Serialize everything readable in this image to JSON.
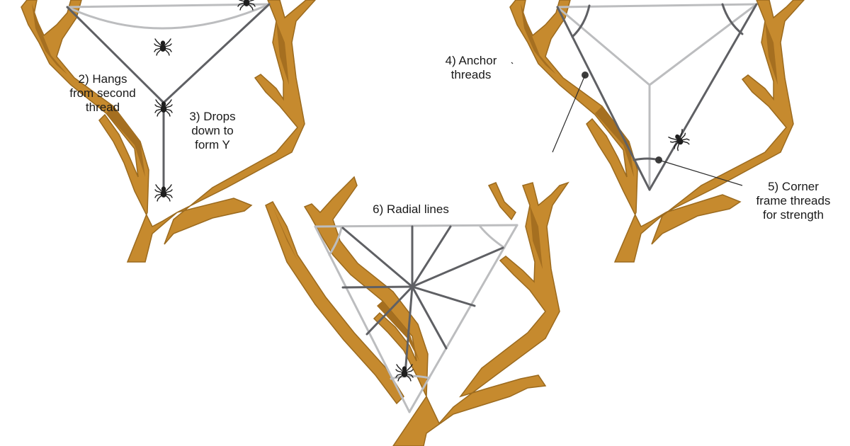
{
  "labels": {
    "step2": [
      "2) Hangs",
      "from second",
      "thread"
    ],
    "step3": [
      "3) Drops",
      "down to",
      "form Y"
    ],
    "step4": [
      "4) Anchor",
      "threads"
    ],
    "step5": [
      "5) Corner",
      "frame threads",
      "for strength"
    ],
    "step6": [
      "6) Radial lines"
    ]
  },
  "colors": {
    "branch": "#c68a2e",
    "branch_shadow": "#a56f20",
    "thread_dark": "#5f6064",
    "thread_light": "#bcbdbf",
    "spider": "#1e1e1e",
    "text": "#1a1a1a"
  },
  "icons": [
    "tree-branch",
    "spider-icon",
    "web-thread"
  ]
}
